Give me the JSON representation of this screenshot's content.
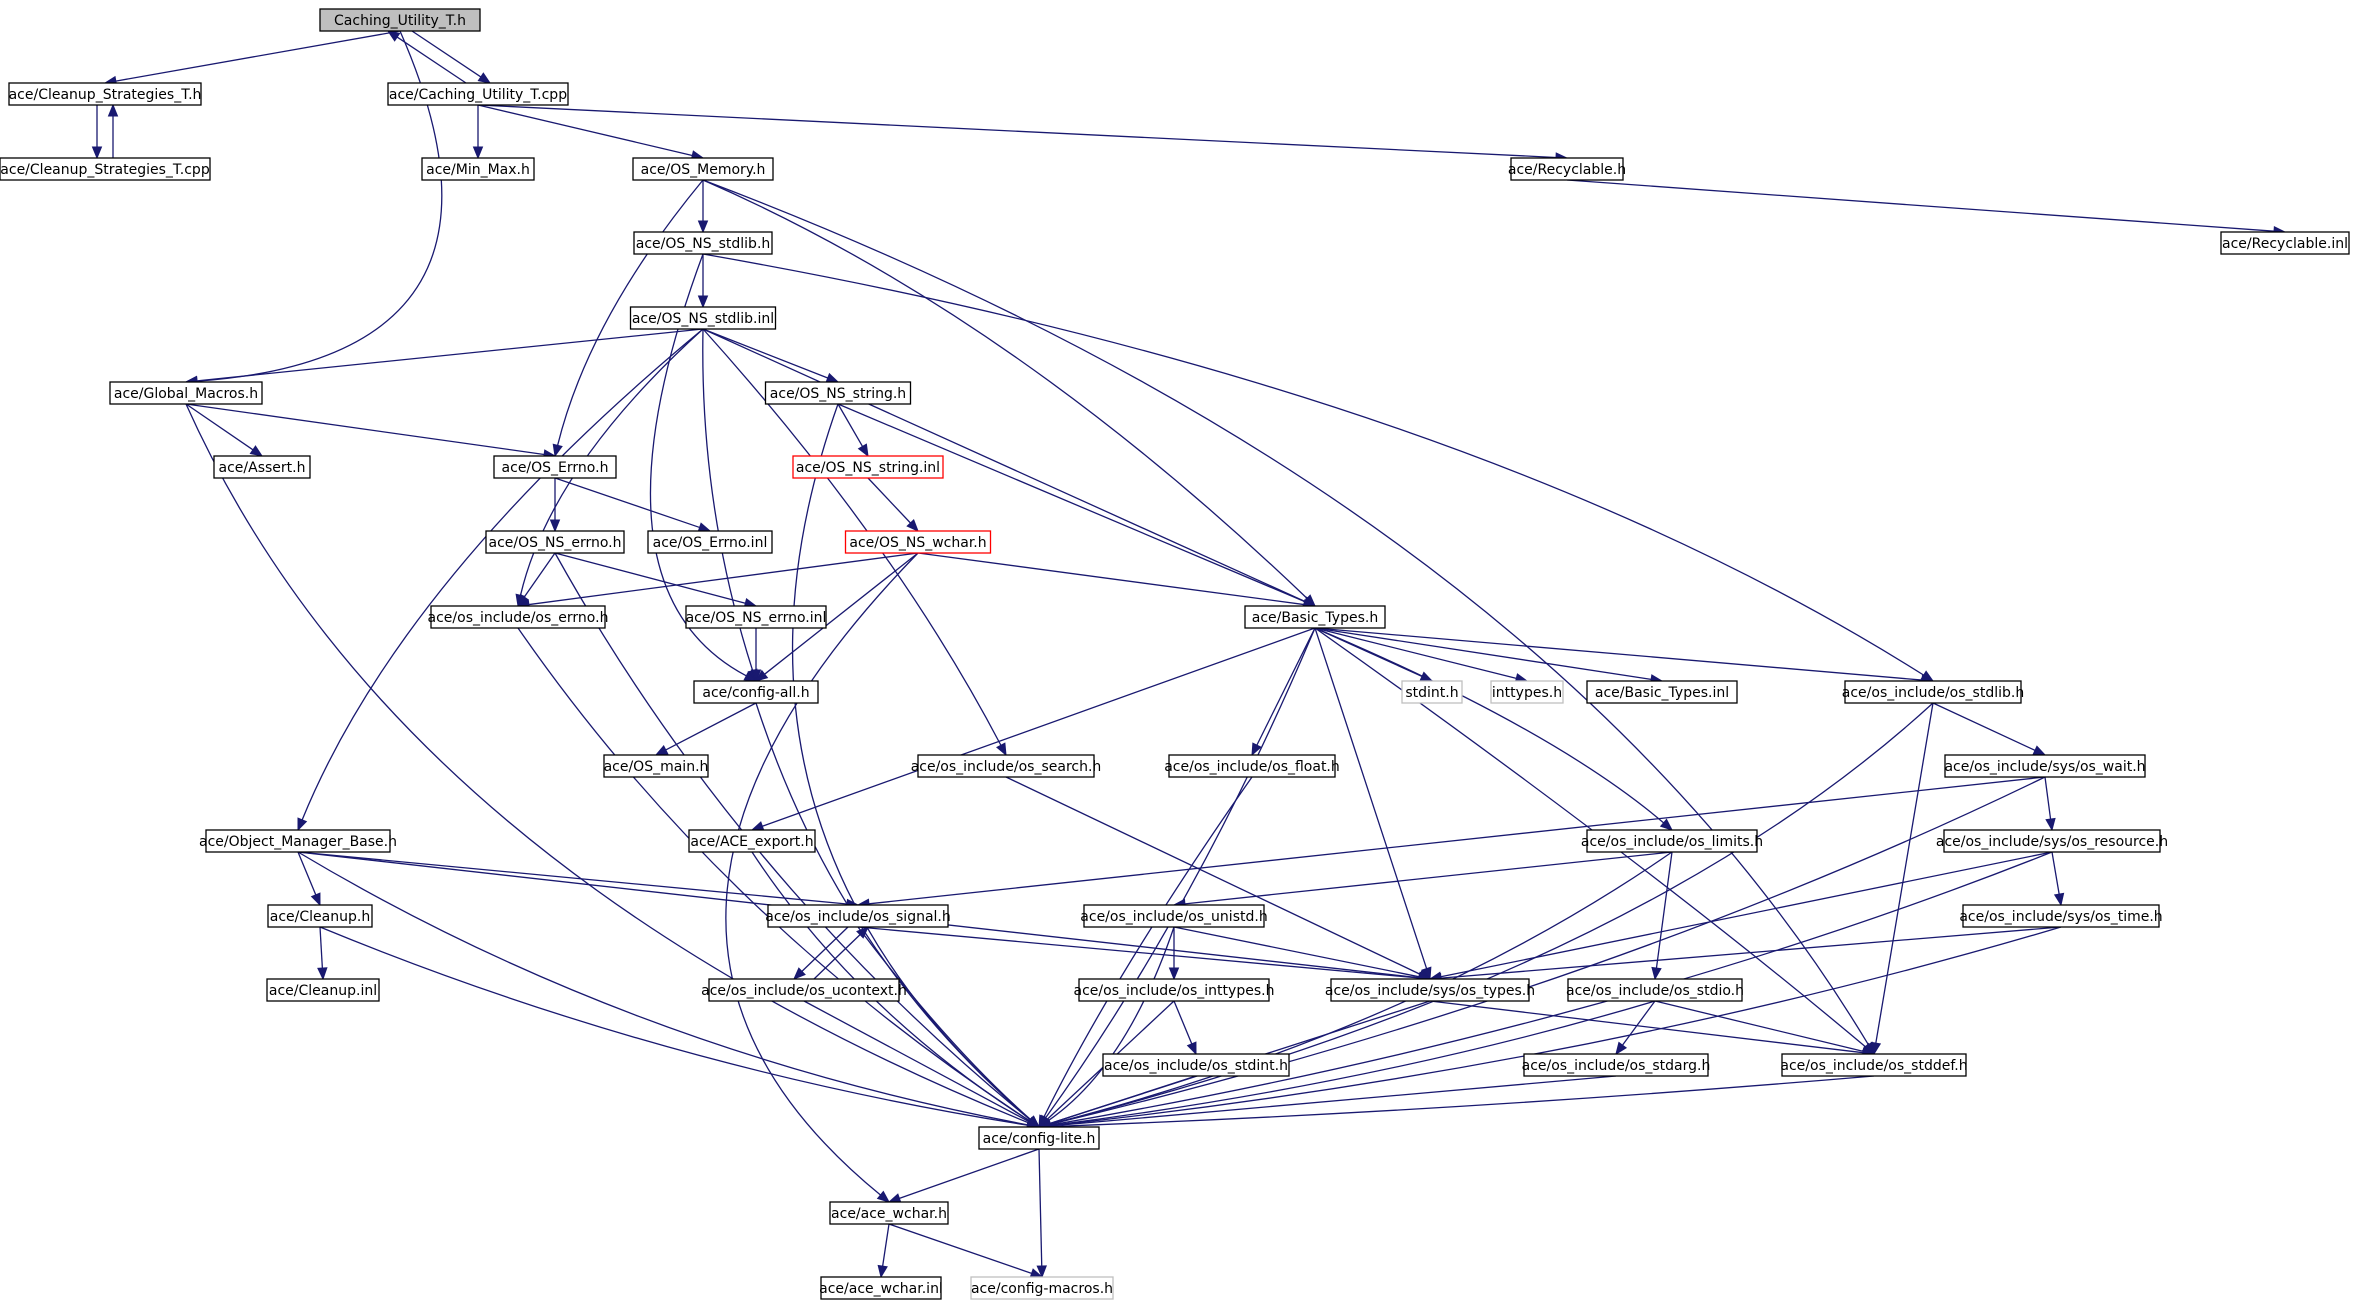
{
  "graph": {
    "title": "Caching_Utility_T.h",
    "nodes": [
      {
        "id": "root",
        "label": "Caching_Utility_T.h",
        "style": "root"
      },
      {
        "id": "cleanup_strategies_h",
        "label": "ace/Cleanup_Strategies_T.h"
      },
      {
        "id": "cleanup_strategies_cpp",
        "label": "ace/Cleanup_Strategies_T.cpp"
      },
      {
        "id": "caching_utility_cpp",
        "label": "ace/Caching_Utility_T.cpp"
      },
      {
        "id": "min_max",
        "label": "ace/Min_Max.h"
      },
      {
        "id": "os_memory",
        "label": "ace/OS_Memory.h"
      },
      {
        "id": "recyclable_h",
        "label": "ace/Recyclable.h"
      },
      {
        "id": "recyclable_inl",
        "label": "ace/Recyclable.inl"
      },
      {
        "id": "os_ns_stdlib_h",
        "label": "ace/OS_NS_stdlib.h"
      },
      {
        "id": "os_ns_stdlib_inl",
        "label": "ace/OS_NS_stdlib.inl"
      },
      {
        "id": "global_macros",
        "label": "ace/Global_Macros.h"
      },
      {
        "id": "os_ns_string_h",
        "label": "ace/OS_NS_string.h"
      },
      {
        "id": "assert_h",
        "label": "ace/Assert.h"
      },
      {
        "id": "os_errno_h",
        "label": "ace/OS_Errno.h"
      },
      {
        "id": "os_ns_string_inl",
        "label": "ace/OS_NS_string.inl",
        "style": "red"
      },
      {
        "id": "os_ns_errno_h",
        "label": "ace/OS_NS_errno.h"
      },
      {
        "id": "os_errno_inl",
        "label": "ace/OS_Errno.inl"
      },
      {
        "id": "os_ns_wchar_h",
        "label": "ace/OS_NS_wchar.h",
        "style": "red"
      },
      {
        "id": "os_include_errno",
        "label": "ace/os_include/os_errno.h"
      },
      {
        "id": "os_ns_errno_inl",
        "label": "ace/OS_NS_errno.inl"
      },
      {
        "id": "basic_types_h",
        "label": "ace/Basic_Types.h"
      },
      {
        "id": "config_all",
        "label": "ace/config-all.h"
      },
      {
        "id": "stdint_h",
        "label": "stdint.h",
        "style": "gray"
      },
      {
        "id": "inttypes_h",
        "label": "inttypes.h",
        "style": "gray"
      },
      {
        "id": "basic_types_inl",
        "label": "ace/Basic_Types.inl"
      },
      {
        "id": "os_include_stdlib",
        "label": "ace/os_include/os_stdlib.h"
      },
      {
        "id": "os_main",
        "label": "ace/OS_main.h"
      },
      {
        "id": "os_include_search",
        "label": "ace/os_include/os_search.h"
      },
      {
        "id": "os_include_float",
        "label": "ace/os_include/os_float.h"
      },
      {
        "id": "os_include_sys_wait",
        "label": "ace/os_include/sys/os_wait.h"
      },
      {
        "id": "object_manager_base",
        "label": "ace/Object_Manager_Base.h"
      },
      {
        "id": "ace_export",
        "label": "ace/ACE_export.h"
      },
      {
        "id": "os_include_limits",
        "label": "ace/os_include/os_limits.h"
      },
      {
        "id": "os_include_sys_resource",
        "label": "ace/os_include/sys/os_resource.h"
      },
      {
        "id": "cleanup_h",
        "label": "ace/Cleanup.h"
      },
      {
        "id": "os_include_signal",
        "label": "ace/os_include/os_signal.h"
      },
      {
        "id": "os_include_unistd",
        "label": "ace/os_include/os_unistd.h"
      },
      {
        "id": "os_include_sys_time",
        "label": "ace/os_include/sys/os_time.h"
      },
      {
        "id": "cleanup_inl",
        "label": "ace/Cleanup.inl"
      },
      {
        "id": "os_include_ucontext",
        "label": "ace/os_include/os_ucontext.h"
      },
      {
        "id": "os_include_inttypes",
        "label": "ace/os_include/os_inttypes.h"
      },
      {
        "id": "os_include_sys_types",
        "label": "ace/os_include/sys/os_types.h"
      },
      {
        "id": "os_include_stdio",
        "label": "ace/os_include/os_stdio.h"
      },
      {
        "id": "os_include_stdint",
        "label": "ace/os_include/os_stdint.h"
      },
      {
        "id": "os_include_stdarg",
        "label": "ace/os_include/os_stdarg.h"
      },
      {
        "id": "os_include_stddef",
        "label": "ace/os_include/os_stddef.h"
      },
      {
        "id": "config_lite",
        "label": "ace/config-lite.h"
      },
      {
        "id": "ace_wchar_h",
        "label": "ace/ace_wchar.h"
      },
      {
        "id": "ace_wchar_inl",
        "label": "ace/ace_wchar.inl"
      },
      {
        "id": "config_macros",
        "label": "ace/config-macros.h",
        "style": "gray"
      }
    ],
    "edges": [
      [
        "root",
        "cleanup_strategies_h"
      ],
      [
        "root",
        "caching_utility_cpp"
      ],
      [
        "root",
        "global_macros"
      ],
      [
        "caching_utility_cpp",
        "root"
      ],
      [
        "cleanup_strategies_h",
        "cleanup_strategies_cpp"
      ],
      [
        "cleanup_strategies_cpp",
        "cleanup_strategies_h"
      ],
      [
        "caching_utility_cpp",
        "min_max"
      ],
      [
        "caching_utility_cpp",
        "os_memory"
      ],
      [
        "caching_utility_cpp",
        "recyclable_h"
      ],
      [
        "recyclable_h",
        "recyclable_inl"
      ],
      [
        "os_memory",
        "os_ns_stdlib_h"
      ],
      [
        "os_memory",
        "os_errno_h"
      ],
      [
        "os_memory",
        "basic_types_h"
      ],
      [
        "os_memory",
        "os_include_stddef"
      ],
      [
        "os_ns_stdlib_h",
        "os_ns_stdlib_inl"
      ],
      [
        "os_ns_stdlib_h",
        "config_all"
      ],
      [
        "os_ns_stdlib_h",
        "os_include_stdlib"
      ],
      [
        "os_ns_stdlib_inl",
        "global_macros"
      ],
      [
        "os_ns_stdlib_inl",
        "os_ns_string_h"
      ],
      [
        "os_ns_stdlib_inl",
        "os_include_errno"
      ],
      [
        "os_ns_stdlib_inl",
        "object_manager_base"
      ],
      [
        "os_ns_stdlib_inl",
        "config_all"
      ],
      [
        "os_ns_stdlib_inl",
        "basic_types_h"
      ],
      [
        "os_ns_stdlib_inl",
        "os_include_search"
      ],
      [
        "global_macros",
        "assert_h"
      ],
      [
        "global_macros",
        "os_errno_h"
      ],
      [
        "global_macros",
        "config_lite"
      ],
      [
        "os_ns_string_h",
        "os_ns_string_inl"
      ],
      [
        "os_ns_string_h",
        "basic_types_h"
      ],
      [
        "os_ns_string_h",
        "config_lite"
      ],
      [
        "os_ns_string_inl",
        "os_ns_wchar_h"
      ],
      [
        "os_errno_h",
        "os_ns_errno_h"
      ],
      [
        "os_errno_h",
        "os_errno_inl"
      ],
      [
        "os_ns_errno_h",
        "os_include_errno"
      ],
      [
        "os_ns_errno_h",
        "os_ns_errno_inl"
      ],
      [
        "os_ns_errno_h",
        "config_lite"
      ],
      [
        "os_ns_errno_inl",
        "config_all"
      ],
      [
        "os_ns_wchar_h",
        "os_include_errno"
      ],
      [
        "os_ns_wchar_h",
        "config_all"
      ],
      [
        "os_ns_wchar_h",
        "basic_types_h"
      ],
      [
        "os_ns_wchar_h",
        "ace_wchar_h"
      ],
      [
        "os_include_errno",
        "config_lite"
      ],
      [
        "config_all",
        "os_main"
      ],
      [
        "config_all",
        "config_lite"
      ],
      [
        "basic_types_h",
        "stdint_h"
      ],
      [
        "basic_types_h",
        "inttypes_h"
      ],
      [
        "basic_types_h",
        "basic_types_inl"
      ],
      [
        "basic_types_h",
        "os_include_stdlib"
      ],
      [
        "basic_types_h",
        "os_include_float"
      ],
      [
        "basic_types_h",
        "ace_export"
      ],
      [
        "basic_types_h",
        "os_include_limits"
      ],
      [
        "basic_types_h",
        "os_include_sys_types"
      ],
      [
        "basic_types_h",
        "os_include_stddef"
      ],
      [
        "basic_types_h",
        "config_lite"
      ],
      [
        "os_include_stdlib",
        "os_include_sys_wait"
      ],
      [
        "os_include_stdlib",
        "os_include_stddef"
      ],
      [
        "os_include_stdlib",
        "config_lite"
      ],
      [
        "os_include_sys_wait",
        "os_include_sys_resource"
      ],
      [
        "os_include_sys_wait",
        "os_include_signal"
      ],
      [
        "os_include_sys_wait",
        "config_lite"
      ],
      [
        "os_include_sys_resource",
        "os_include_sys_time"
      ],
      [
        "os_include_sys_resource",
        "os_include_sys_types"
      ],
      [
        "os_include_sys_resource",
        "config_lite"
      ],
      [
        "os_include_sys_time",
        "os_include_sys_types"
      ],
      [
        "os_include_sys_time",
        "config_lite"
      ],
      [
        "os_include_search",
        "os_include_sys_types"
      ],
      [
        "os_include_float",
        "config_lite"
      ],
      [
        "ace_export",
        "config_lite"
      ],
      [
        "os_include_limits",
        "os_include_unistd"
      ],
      [
        "os_include_limits",
        "os_include_stdio"
      ],
      [
        "os_include_limits",
        "config_lite"
      ],
      [
        "object_manager_base",
        "cleanup_h"
      ],
      [
        "object_manager_base",
        "os_include_signal"
      ],
      [
        "object_manager_base",
        "os_include_sys_types"
      ],
      [
        "object_manager_base",
        "config_lite"
      ],
      [
        "cleanup_h",
        "cleanup_inl"
      ],
      [
        "cleanup_h",
        "config_lite"
      ],
      [
        "os_include_signal",
        "os_include_ucontext"
      ],
      [
        "os_include_signal",
        "os_include_sys_types"
      ],
      [
        "os_include_signal",
        "config_lite"
      ],
      [
        "os_include_ucontext",
        "os_include_signal"
      ],
      [
        "os_include_ucontext",
        "config_lite"
      ],
      [
        "os_include_unistd",
        "os_include_inttypes"
      ],
      [
        "os_include_unistd",
        "os_include_sys_types"
      ],
      [
        "os_include_unistd",
        "config_lite"
      ],
      [
        "os_include_inttypes",
        "os_include_stdint"
      ],
      [
        "os_include_inttypes",
        "config_lite"
      ],
      [
        "os_include_stdint",
        "config_lite"
      ],
      [
        "os_include_sys_types",
        "os_include_stddef"
      ],
      [
        "os_include_sys_types",
        "config_lite"
      ],
      [
        "os_include_stdio",
        "os_include_stdarg"
      ],
      [
        "os_include_stdio",
        "os_include_stddef"
      ],
      [
        "os_include_stdio",
        "config_lite"
      ],
      [
        "os_include_stdarg",
        "config_lite"
      ],
      [
        "os_include_stddef",
        "config_lite"
      ],
      [
        "config_lite",
        "ace_wchar_h"
      ],
      [
        "config_lite",
        "config_macros"
      ],
      [
        "ace_wchar_h",
        "ace_wchar_inl"
      ],
      [
        "ace_wchar_h",
        "config_macros"
      ]
    ]
  }
}
